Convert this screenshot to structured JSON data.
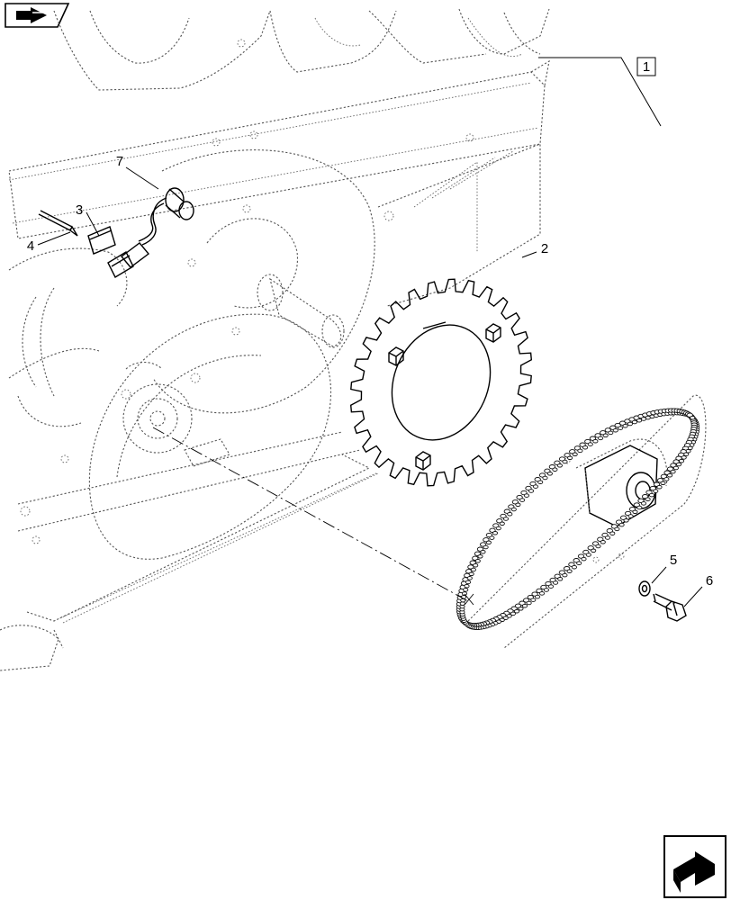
{
  "callouts": {
    "c1": "1",
    "c2": "2",
    "c3": "3",
    "c4": "4",
    "c5": "5",
    "c6": "6",
    "c7": "7"
  },
  "icons": {
    "top_left": "previous-page-arrow-icon",
    "bottom_right": "next-page-arrow-icon"
  }
}
